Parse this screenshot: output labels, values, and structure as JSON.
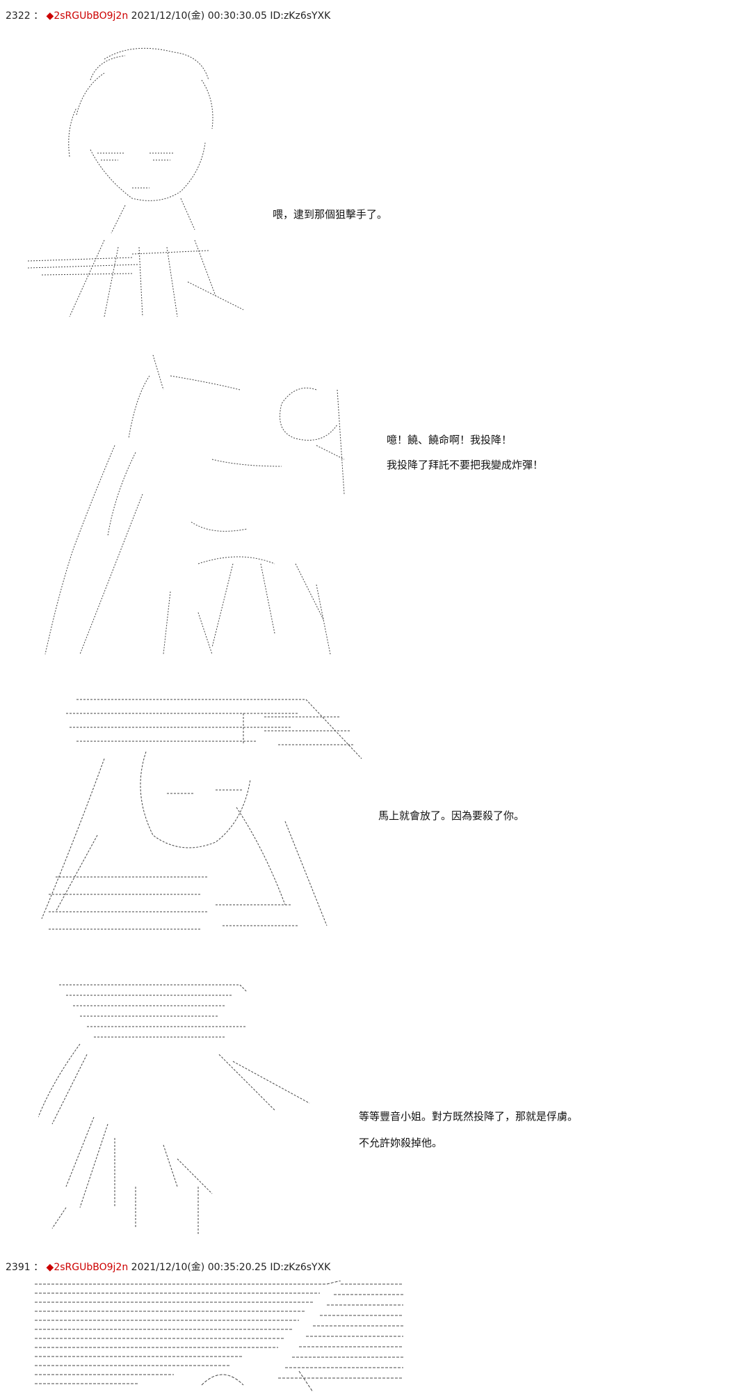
{
  "posts": [
    {
      "number": "2322",
      "separator": "：",
      "trip_mark": "◆",
      "name": "2sRGUbBO9j2n",
      "date": "2021/12/10(金) 00:30:30.05",
      "id": "ID:zKz6sYXK"
    },
    {
      "number": "2391",
      "separator": "：",
      "trip_mark": "◆",
      "name": "2sRGUbBO9j2n",
      "date": "2021/12/10(金) 00:35:20.25",
      "id": "ID:zKz6sYXK"
    }
  ],
  "panels": [
    {
      "lines": [
        "喂，逮到那個狙擊手了。"
      ]
    },
    {
      "lines": [
        "噫！饒、饒命啊！我投降！",
        "我投降了拜託不要把我變成炸彈！"
      ]
    },
    {
      "lines": [
        "馬上就會放了。因為要殺了你。"
      ]
    },
    {
      "lines": [
        "等等豐音小姐。對方既然投降了，那就是俘虜。",
        "不允許妳殺掉他。"
      ]
    }
  ],
  "colors": {
    "name": "#cc0000",
    "text": "#111111",
    "ascii_art": "#333333"
  }
}
